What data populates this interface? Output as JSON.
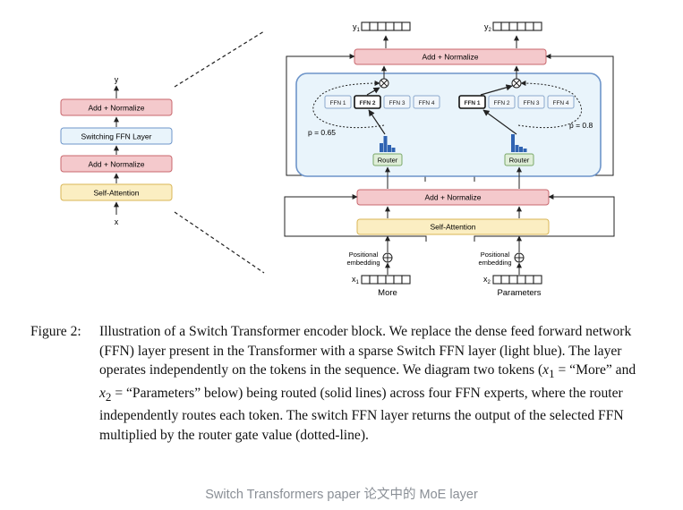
{
  "left_block": {
    "output_label": "y",
    "input_label": "x",
    "add_norm_top": "Add + Normalize",
    "switching_ffn": "Switching FFN Layer",
    "add_norm_mid": "Add + Normalize",
    "self_attention": "Self-Attention"
  },
  "right_block": {
    "y1_label": "y",
    "y1_sub": "1",
    "y2_label": "y",
    "y2_sub": "2",
    "add_norm_top": "Add + Normalize",
    "add_norm_mid": "Add + Normalize",
    "self_attention": "Self-Attention",
    "token1": {
      "experts": [
        "FFN 1",
        "FFN 2",
        "FFN 3",
        "FFN 4"
      ],
      "selected_index": 1,
      "probability": "p = 0.65",
      "router": "Router",
      "positional": [
        "Positional",
        "embedding"
      ],
      "input_label": "x",
      "input_sub": "1",
      "word": "More"
    },
    "token2": {
      "experts": [
        "FFN 1",
        "FFN 2",
        "FFN 3",
        "FFN 4"
      ],
      "selected_index": 0,
      "probability": "p = 0.8",
      "router": "Router",
      "positional": [
        "Positional",
        "embedding"
      ],
      "input_label": "x",
      "input_sub": "2",
      "word": "Parameters"
    }
  },
  "colors": {
    "add_norm_fill": "#f4c9cc",
    "add_norm_stroke": "#c8676d",
    "ffn_layer_fill": "#e9f4fb",
    "ffn_layer_stroke": "#6d94c9",
    "attention_fill": "#fbeec2",
    "attention_stroke": "#d8b556",
    "router_fill": "#dfeed8",
    "router_stroke": "#7aa86a",
    "histogram": "#2f63b2"
  },
  "caption": {
    "label": "Figure 2:",
    "text_1": "Illustration of a Switch Transformer encoder block. We replace the dense feed forward network (FFN) layer present in the Transformer with a sparse Switch FFN layer (light blue). The layer operates independently on the tokens in the sequence. We diagram two tokens (",
    "math_1": "x",
    "math_1_sub": "1",
    "text_2": " = “More” and ",
    "math_2": "x",
    "math_2_sub": "2",
    "text_3": " = “Parameters” below) being routed (solid lines) across four FFN experts, where the router independently routes each token. The switch FFN layer returns the output of the selected FFN multiplied by the router gate value (dotted-line)."
  },
  "credit": "Switch Transformers paper 论文中的 MoE layer"
}
